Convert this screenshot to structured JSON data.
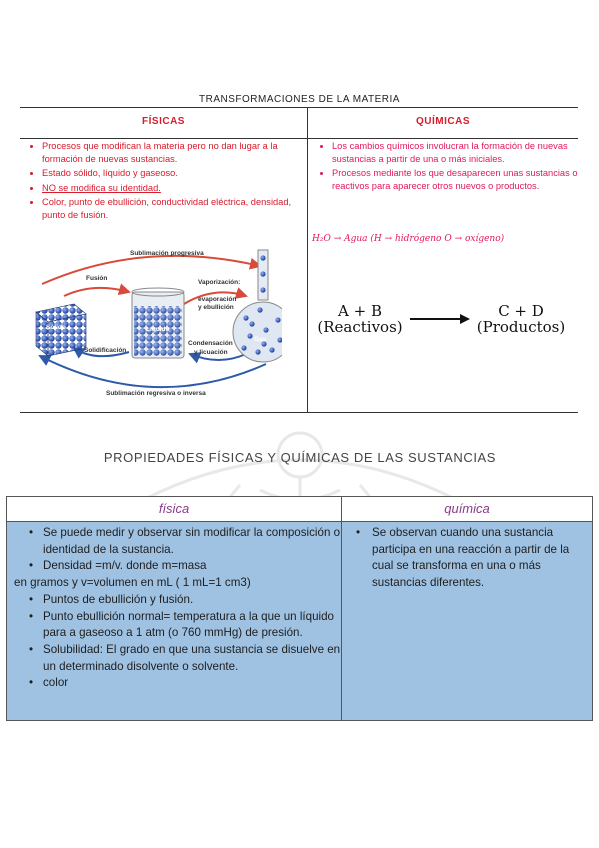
{
  "transformaciones": {
    "title": "TRANSFORMACIONES DE LA MATERIA",
    "fisicas_header": "FÍSICAS",
    "quimicas_header": "QUÍMICAS",
    "fisicas_items": [
      "Procesos que modifican la materia pero no dan lugar a la formación de nuevas sustancias.",
      "Estado sólido, líquido y gaseoso.",
      "NO se modifica su identidad.",
      "Color, punto de ebullición, conductividad eléctrica, densidad, punto de fusión."
    ],
    "quimicas_items": [
      "Los cambios químicos involucran la formación de nuevas sustancias a partir de una o más iniciales.",
      "Procesos mediante los que desaparecen unas sustancias o reactivos para aparecer otros nuevos o productos."
    ],
    "formula": "H₂O → Agua (H → hidrógeno O → oxígeno)",
    "diagram_labels": {
      "sublimacion_progresiva": "Sublimación progresiva",
      "fusion": "Fusión",
      "vaporizacion": "Vaporización:",
      "evaporacion": "evaporación",
      "y_ebullicion": "y ebullición",
      "solido": "Sólido",
      "liquido": "Líquido",
      "gas": "Gas",
      "solidificacion": "Solidificación",
      "condensacion": "Condensación",
      "y_licuacion": "y licuación",
      "sublimacion_regresiva": "Sublimación regresiva o inversa"
    },
    "reaction": {
      "left_top": "A + B",
      "left_bottom": "(Reactivos)",
      "right_top": "C + D",
      "right_bottom": "(Productos)"
    }
  },
  "propiedades": {
    "title": "PROPIEDADES FÍSICAS Y QUÍMICAS DE LAS SUSTANCIAS",
    "fisica_header": "física",
    "quimica_header": "química",
    "fisica_items": [
      {
        "text": "Se puede medir y observar sin modificar la composición o identidad de la sustancia.",
        "bullet": true
      },
      {
        "text": "Densidad =m/v. donde m=masa",
        "bullet": true
      },
      {
        "text": "en gramos y  v=volumen  en mL ( 1 mL=1 cm3)",
        "bullet": false
      },
      {
        "text": "Puntos de ebullición y fusión.",
        "bullet": true
      },
      {
        "text": "Punto ebullición normal= temperatura a la que un líquido para a gaseoso a 1 atm (o 760 mmHg) de presión.",
        "bullet": true
      },
      {
        "text": "Solubilidad: El grado en que una sustancia se disuelve en un determinado disolvente o solvente.",
        "bullet": true
      },
      {
        "text": "color",
        "bullet": true
      }
    ],
    "quimica_items": [
      {
        "text": "Se observan cuando una sustancia participa en una reacción a partir de la cual se transforma en una o más sustancias diferentes.",
        "bullet": true
      }
    ]
  },
  "colors": {
    "fisicas_text": "#d81b2b",
    "quimicas_text": "#e2185a",
    "table_fill": "#9fc2e3",
    "header_text": "#8a3a8a"
  }
}
